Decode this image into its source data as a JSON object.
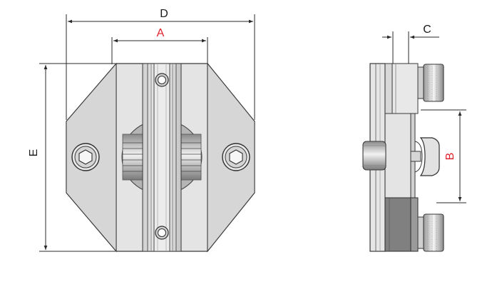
{
  "labels": {
    "a": "A",
    "b": "B",
    "c": "C",
    "d": "D",
    "e": "E"
  },
  "colors": {
    "red_label": "#e0202a",
    "black_label": "#1a1a1a",
    "body_fill": "#e6e6e6",
    "shade_fill": "#bfbfbf",
    "dark_fill": "#7a7a7a",
    "outline": "#3a3a3a"
  }
}
